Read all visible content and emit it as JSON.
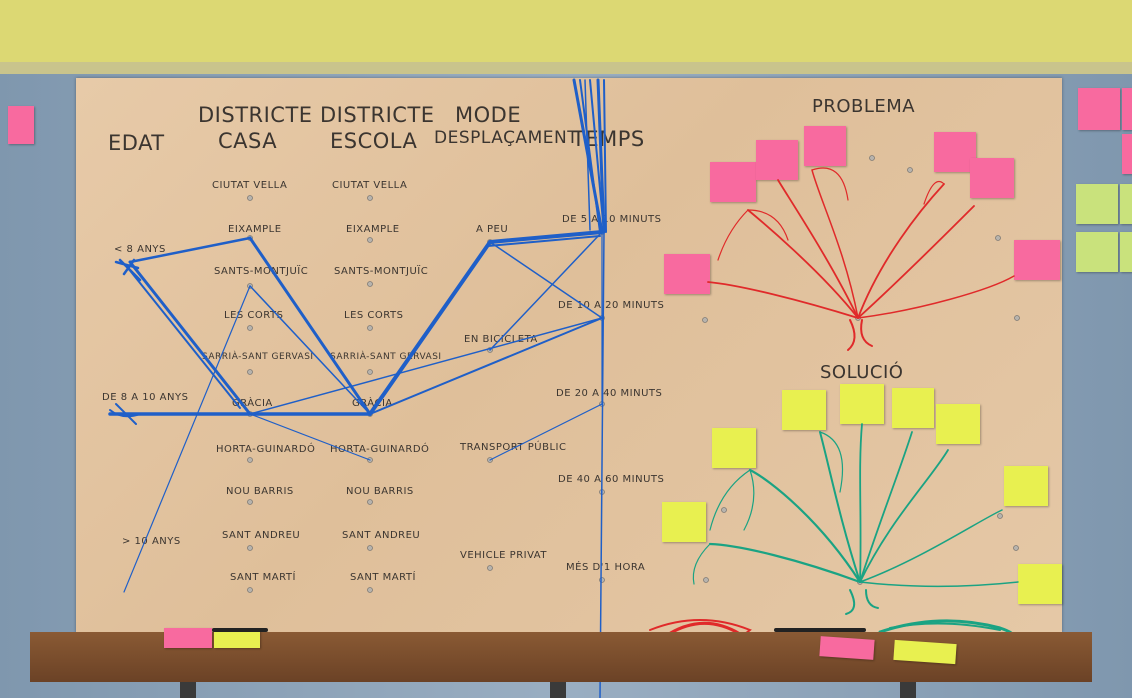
{
  "headers": {
    "edat": "EDAT",
    "districte_casa_1": "DISTRICTE",
    "districte_casa_2": "CASA",
    "districte_escola_1": "DISTRICTE",
    "districte_escola_2": "ESCOLA",
    "mode_1": "MODE",
    "mode_2": "DESPLAÇAMENT",
    "temps": "TEMPS",
    "problema": "PROBLEMA",
    "solucio": "SOLUCIÓ"
  },
  "edat": [
    "< 8 ANYS",
    "DE 8 A 10 ANYS",
    "> 10 ANYS"
  ],
  "districtes_casa": [
    "CIUTAT VELLA",
    "EIXAMPLE",
    "SANTS-MONTJUÏC",
    "LES CORTS",
    "SARRIÀ-SANT GERVASI",
    "GRÀCIA",
    "HORTA-GUINARDÓ",
    "NOU BARRIS",
    "SANT ANDREU",
    "SANT MARTÍ"
  ],
  "districtes_escola": [
    "CIUTAT VELLA",
    "EIXAMPLE",
    "SANTS-MONTJUÏC",
    "LES CORTS",
    "SARRIÀ-SANT GERVASI",
    "GRÀCIA",
    "HORTA-GUINARDÓ",
    "NOU BARRIS",
    "SANT ANDREU",
    "SANT MARTÍ"
  ],
  "modes": [
    "A PEU",
    "EN BICICLETA",
    "TRANSPORT PÚBLIC",
    "VEHICLE PRIVAT"
  ],
  "temps": [
    "DE 5 A 10 MINUTS",
    "DE 10 A 20 MINUTS",
    "DE 20 A 40 MINUTS",
    "DE 40 A 60 MINUTS",
    "MÉS D'1 HORA"
  ],
  "colors": {
    "wall": "#dcd873",
    "board": "#e3c4a0",
    "blue": "#1f5fc8",
    "red": "#e02a2a",
    "teal": "#1aa383",
    "pink_note": "#f86a9f",
    "yellow_note": "#e8f050"
  }
}
